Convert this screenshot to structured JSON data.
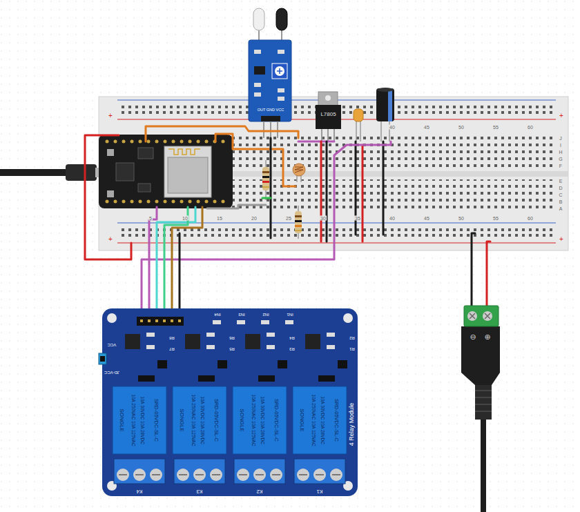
{
  "diagram": {
    "nodes": [
      {
        "text": [
          "4 Relay Module"
        ]
      },
      {
        "text": [
          "L7805"
        ]
      }
    ],
    "labels": [
      "40",
      "45",
      "50",
      "55",
      "60",
      "5",
      "10",
      "15",
      "20",
      "25",
      "30",
      "35",
      "40",
      "45",
      "50",
      "55",
      "60",
      "J",
      "I",
      "H",
      "G",
      "F",
      "E",
      "D",
      "C",
      "B",
      "A",
      "+",
      "+",
      "+",
      "+",
      "OUT GND VCC",
      "⊖",
      "⊕",
      "VCC",
      "JD-VCC",
      "IN4",
      "IN3",
      "IN2",
      "IN1",
      "SONGLE",
      "10A 250VAC 10A 125VAC",
      "10A 30VDC 10A 28VDC",
      "SRD-05VDC-SL-C",
      "SONGLE",
      "10A 250VAC 10A 125VAC",
      "10A 30VDC 10A 28VDC",
      "SRD-05VDC-SL-C",
      "SONGLE",
      "10A 250VAC 10A 125VAC",
      "10A 30VDC 10A 28VDC",
      "SRD-05VDC-SL-C",
      "SONGLE",
      "10A 250VAC 10A 125VAC",
      "10A 30VDC 10A 28VDC",
      "SRD-05VDC-SL-C",
      "K4",
      "K3",
      "K2",
      "K1",
      "R8",
      "R7",
      "R6",
      "R5",
      "R4",
      "R3",
      "R2",
      "R1"
    ]
  }
}
